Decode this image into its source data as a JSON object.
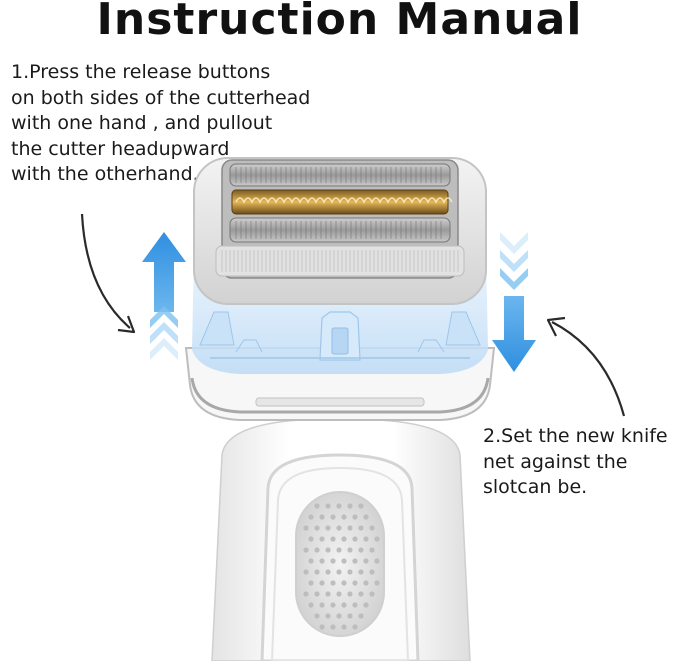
{
  "title": "Instruction Manual",
  "step1": {
    "lines": [
      "1.Press the release buttons",
      "on both sides of the cutterhead",
      "with one hand , and pullout",
      "the cutter headupward",
      "with the otherhand."
    ]
  },
  "step2": {
    "lines": [
      "2.Set the new knife",
      "net against the",
      "slotcan be."
    ]
  },
  "colors": {
    "arrow_blue": "#2f8fe0",
    "arrow_light": "#bfe0f7",
    "holder_blue": "#cfe6fb",
    "text": "#1a1a1a"
  },
  "icons": [
    "up-arrow-icon",
    "down-arrow-icon",
    "curved-arrow-icon"
  ]
}
